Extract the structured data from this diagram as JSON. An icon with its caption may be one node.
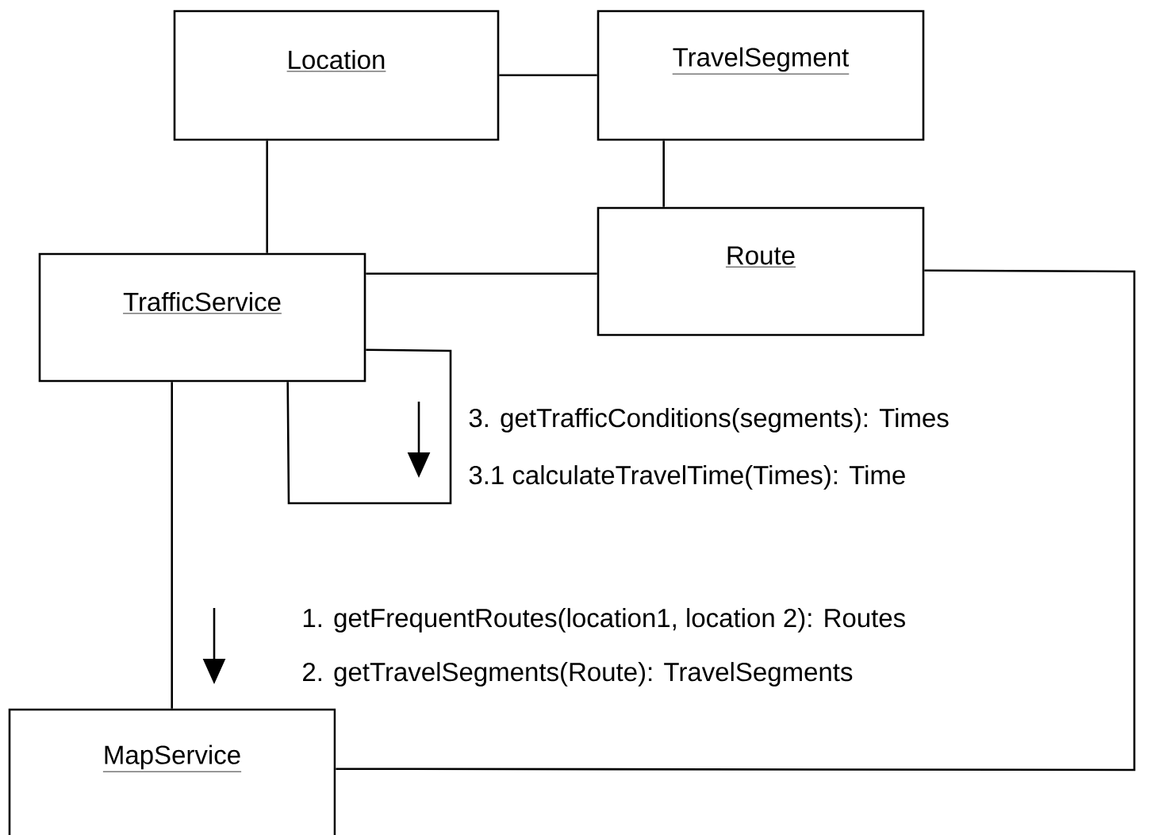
{
  "diagram": {
    "nodes": [
      {
        "text": [
          "Location"
        ]
      },
      {
        "text": [
          "TravelSegment"
        ]
      },
      {
        "text": [
          "TrafficService"
        ]
      },
      {
        "text": [
          "Route"
        ]
      },
      {
        "text": [
          "MapService"
        ]
      }
    ],
    "edges": [
      {
        "from": 0,
        "to": 1,
        "arrow": "none"
      },
      {
        "from": 0,
        "to": 2,
        "arrow": "none"
      },
      {
        "from": 1,
        "to": 3,
        "arrow": "none"
      },
      {
        "from": 2,
        "to": 3,
        "arrow": "none"
      },
      {
        "from": 2,
        "to": 2,
        "arrow": "none"
      },
      {
        "from": 2,
        "to": 4,
        "arrow": "none"
      },
      {
        "from": 3,
        "to": 4,
        "arrow": "none"
      }
    ],
    "labels": [
      "3. getTrafficConditions(segments): Times",
      "3.1 calculateTravelTime(Times): Time",
      "1. getFrequentRoutes(location1, location 2): Routes",
      "2. getTravelSegments(Route): TravelSegments"
    ]
  }
}
